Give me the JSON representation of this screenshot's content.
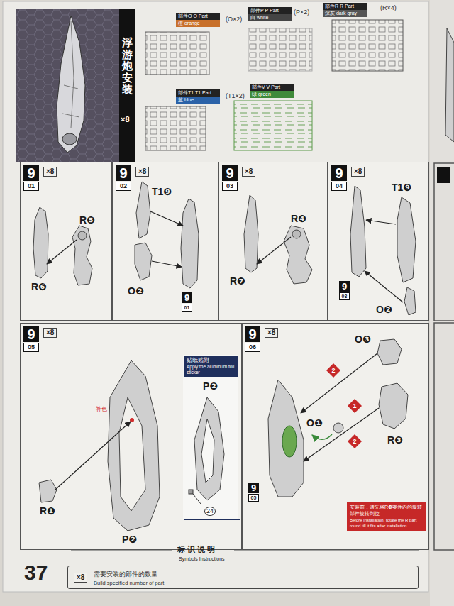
{
  "diagram": {
    "nodes": [
      {
        "text": [
          "浮游炮安装",
          "×8"
        ]
      },
      {
        "text": [
          "部件O O Part",
          "橙 orange"
        ]
      },
      {
        "text": [
          "部件P P Part",
          "白 white"
        ]
      },
      {
        "text": [
          "部件R R Part",
          "深灰 dark gray"
        ]
      },
      {
        "text": [
          "部件T1 T1 Part",
          "蓝 blue"
        ]
      },
      {
        "text": [
          "部件V V Part",
          "绿 green"
        ]
      },
      {
        "text": [
          "9",
          "01",
          "×8"
        ]
      },
      {
        "text": [
          "9",
          "02",
          "×8"
        ]
      },
      {
        "text": [
          "9",
          "03",
          "×8"
        ]
      },
      {
        "text": [
          "9",
          "04",
          "×8"
        ]
      },
      {
        "text": [
          "9",
          "05",
          "×8"
        ]
      },
      {
        "text": [
          "贴纸贴附",
          "Apply the aluminum foil sticker",
          "P❷",
          "24"
        ],
        "in": 10
      },
      {
        "text": [
          "9",
          "06",
          "×8"
        ]
      },
      {
        "text": [
          "安装前，请先将R❸零件内的旋转部件旋转到位",
          "Before installation, rotate the R part round till it fits after installation."
        ],
        "in": 12
      },
      {
        "text": [
          "×8",
          "需要安装的部件的数量",
          "Build specified number of part"
        ]
      }
    ],
    "labels": [
      "(O×2)",
      "(P×2)",
      "(R×4)",
      "(T1×2)",
      "R❺",
      "R❻",
      "T1❾",
      "O❷",
      "9",
      "01",
      "R❹",
      "R❼",
      "T1❾",
      "O❷",
      "9",
      "03",
      "补色",
      "R❶",
      "P❷",
      "O❸",
      "2",
      "1",
      "O❶",
      "2",
      "R❸",
      "9",
      "05",
      "标识说明",
      "Symbols Instructions",
      "37"
    ]
  }
}
